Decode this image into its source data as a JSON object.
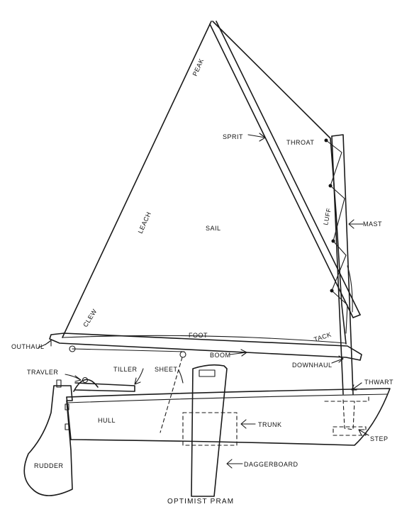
{
  "caption": "OPTIMIST PRAM",
  "labels": {
    "peak": "PEAK",
    "sprit": "SPRIT",
    "throat": "THROAT",
    "leach": "LEACH",
    "sail": "SAIL",
    "luff": "LUFF",
    "mast": "MAST",
    "clew": "CLEW",
    "foot": "FOOT",
    "tack": "TACK",
    "outhaul": "OUTHAUL",
    "boom": "BOOM",
    "downhaul": "DOWNHAUL",
    "travler": "TRAVLER",
    "tiller": "TILLER",
    "sheet": "SHEET",
    "thwart": "THWART",
    "hull": "HULL",
    "trunk": "TRUNK",
    "step": "STEP",
    "rudder": "RUDDER",
    "daggerboard": "DAGGERBOARD"
  }
}
